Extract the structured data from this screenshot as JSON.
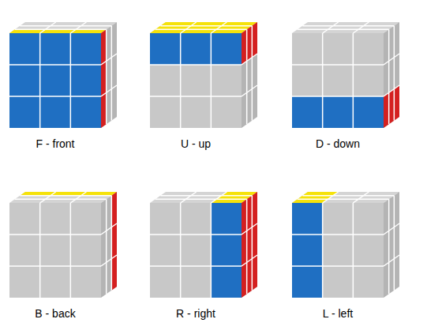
{
  "diagram": {
    "labels": [
      "F - front",
      "U - up",
      "D - down",
      "B - back",
      "R - right",
      "L - left"
    ]
  }
}
